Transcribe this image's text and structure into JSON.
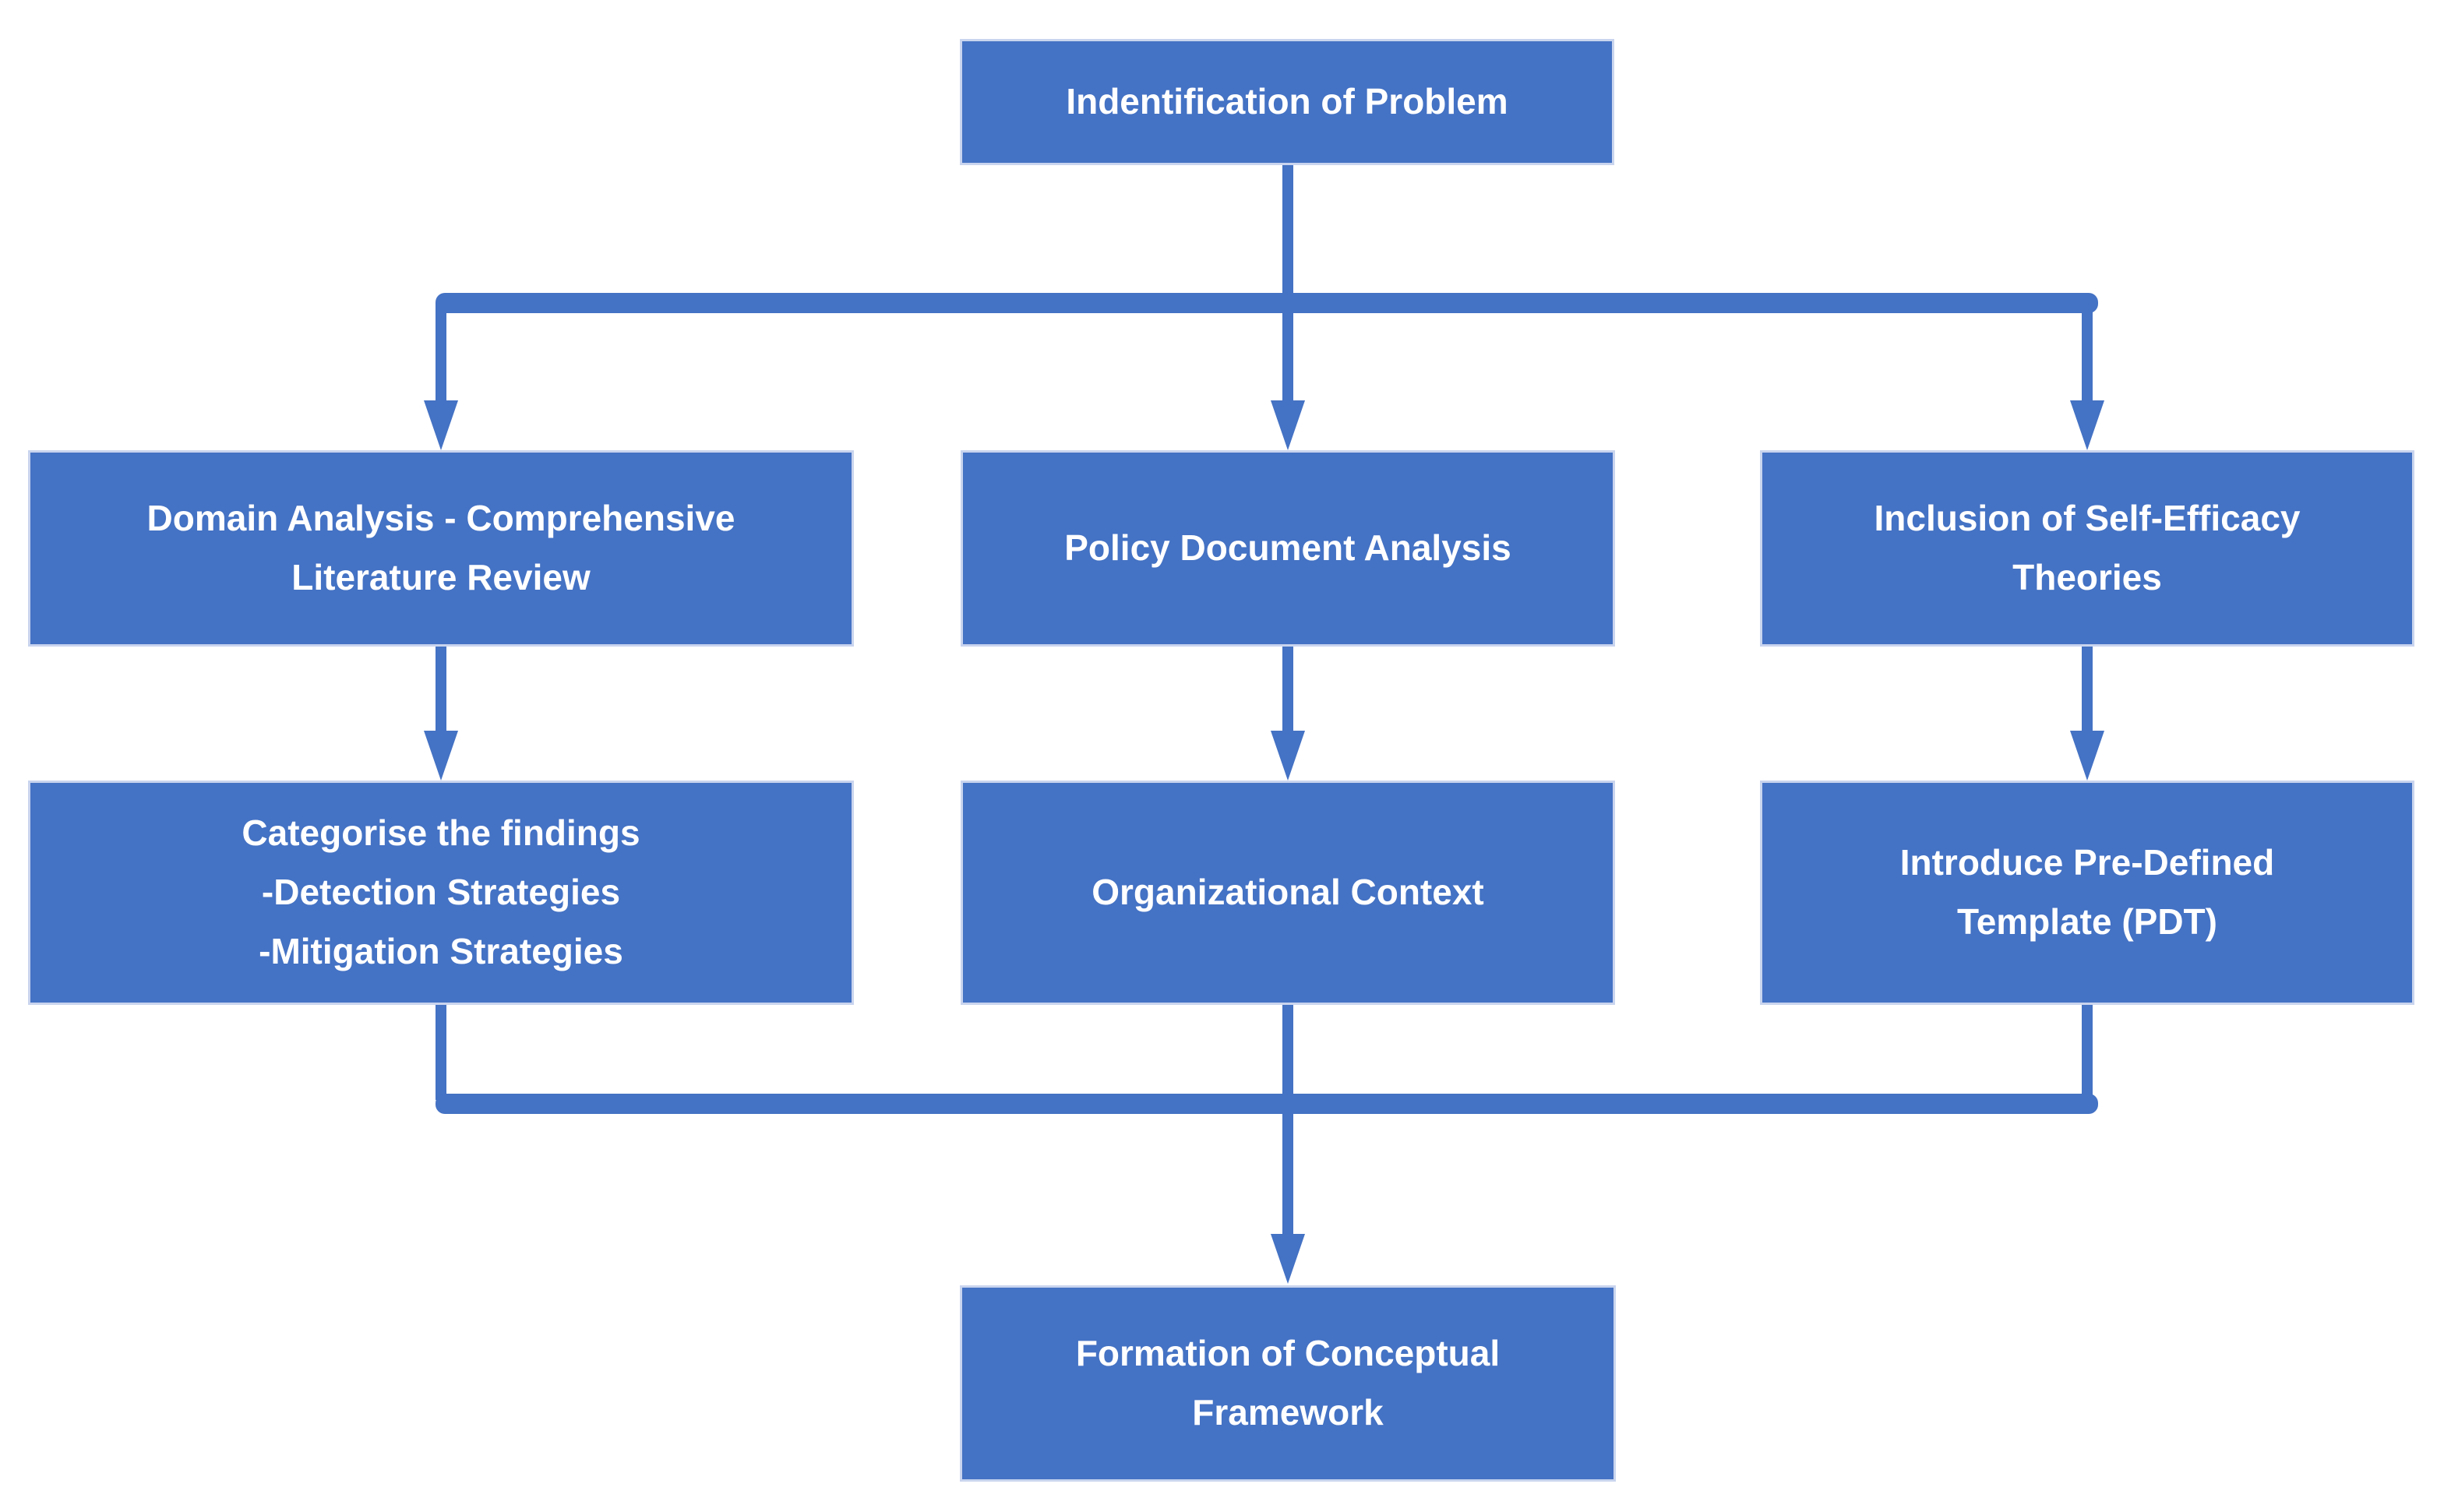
{
  "diagram": {
    "type": "flowchart",
    "colors": {
      "background": "#FFFFFF",
      "node_fill": "#4472C4",
      "node_border": "#C9D4EE",
      "node_text": "#FFFFFF",
      "connector": "#4472C4"
    },
    "nodes": {
      "problem": {
        "lines": [
          "Indentification of Problem"
        ]
      },
      "domain_analysis": {
        "lines": [
          "Domain Analysis - Comprehensive",
          "Literature Review"
        ]
      },
      "policy_analysis": {
        "lines": [
          "Policy Document Analysis"
        ]
      },
      "self_efficacy": {
        "lines": [
          "Inclusion of Self-Efficacy",
          "Theories"
        ]
      },
      "categorise": {
        "lines": [
          "Categorise the findings",
          "-Detection Strategies",
          "-Mitigation Strategies"
        ]
      },
      "org_context": {
        "lines": [
          "Organizational Context"
        ]
      },
      "pdt": {
        "lines": [
          "Introduce Pre-Defined",
          "Template (PDT)"
        ]
      },
      "framework": {
        "lines": [
          "Formation of Conceptual",
          "Framework"
        ]
      }
    },
    "edges": [
      {
        "from": "problem",
        "to": "domain_analysis"
      },
      {
        "from": "problem",
        "to": "policy_analysis"
      },
      {
        "from": "problem",
        "to": "self_efficacy"
      },
      {
        "from": "domain_analysis",
        "to": "categorise"
      },
      {
        "from": "policy_analysis",
        "to": "org_context"
      },
      {
        "from": "self_efficacy",
        "to": "pdt"
      },
      {
        "from": "categorise",
        "to": "framework"
      },
      {
        "from": "org_context",
        "to": "framework"
      },
      {
        "from": "pdt",
        "to": "framework"
      }
    ]
  }
}
